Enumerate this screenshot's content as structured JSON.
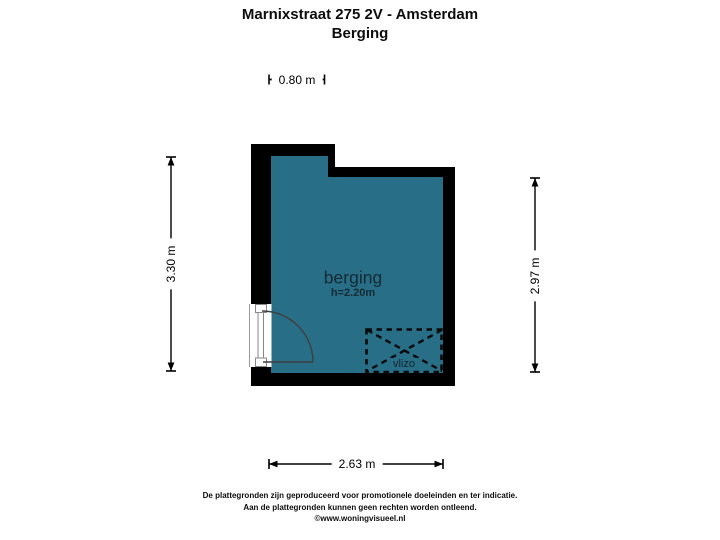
{
  "title": {
    "line1": "Marnixstraat 275 2V - Amsterdam",
    "line2": "Berging"
  },
  "room": {
    "name": "berging",
    "ceiling_height": "h=2.20m",
    "vlizo": "vlizo"
  },
  "dimensions": {
    "top": "0.80 m",
    "left": "3.30 m",
    "right": "2.97 m",
    "bottom": "2.63 m"
  },
  "colors": {
    "room_fill": "#276e86",
    "wall": "#000000",
    "room_text": "#152a35",
    "dimension_line": "#000000",
    "door_line": "#3f3f3f"
  },
  "footer": {
    "line1": "De plattegronden zijn geproduceerd voor promotionele doeleinden en ter indicatie.",
    "line2": "Aan de plattegronden kunnen geen rechten worden ontleend.",
    "line3": "©www.woningvisueel.nl"
  }
}
